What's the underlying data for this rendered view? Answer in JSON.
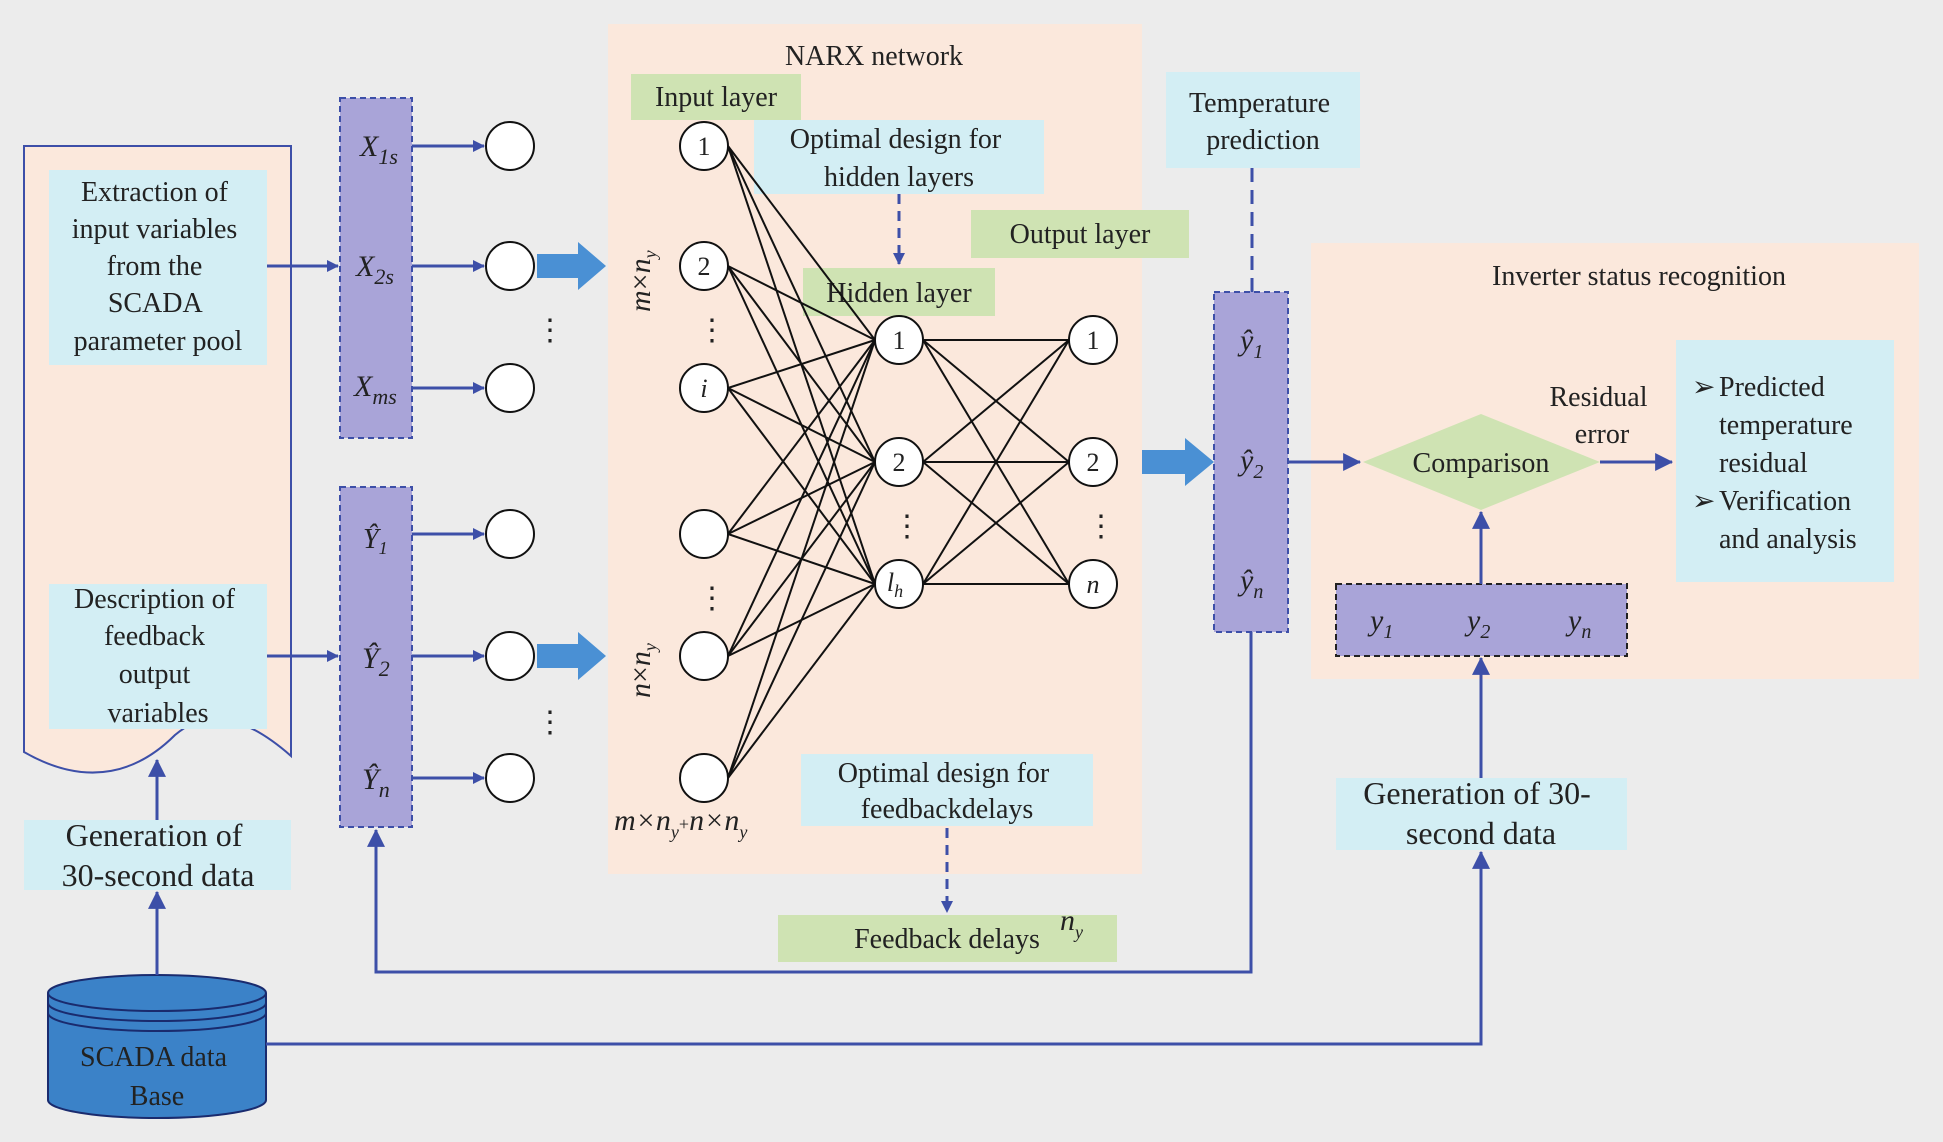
{
  "colors": {
    "background": "#ececec",
    "panel_peach": "#fbe8dc",
    "label_cyan": "#d3eef4",
    "label_green": "#cfe3b3",
    "variable_purple": "#a9a4d8",
    "arrow_blue": "#3d4fa8",
    "big_arrow_blue": "#4a90d4",
    "database_blue": "#3b82c8",
    "line_black": "#111111"
  },
  "source": {
    "extraction_lines": [
      "Extraction of",
      "input variables",
      "from the",
      "SCADA",
      "parameter pool"
    ],
    "feedback_desc_lines": [
      "Description of",
      "feedback",
      "output",
      "variables"
    ],
    "generation_left_lines": [
      "Generation of",
      "30-second data"
    ],
    "database_lines": [
      "SCADA data",
      "Base"
    ]
  },
  "inputs": {
    "x_vars": [
      {
        "base": "X",
        "sub": "1s"
      },
      {
        "base": "X",
        "sub": "2s"
      },
      {
        "base": "X",
        "sub": "ms"
      }
    ],
    "y_vars": [
      {
        "base": "Ŷ",
        "sub": "1"
      },
      {
        "base": "Ŷ",
        "sub": "2"
      },
      {
        "base": "Ŷ",
        "sub": "n"
      }
    ],
    "ellipsis": "⋮"
  },
  "narx": {
    "title": "NARX network",
    "input_layer_label": "Input layer",
    "hidden_design_lines": [
      "Optimal design for",
      "hidden layers"
    ],
    "output_layer_label": "Output layer",
    "hidden_layer_label": "Hidden layer",
    "input_node_labels": [
      "1",
      "2",
      "i",
      "",
      "",
      ""
    ],
    "hidden_node_labels": [
      "1",
      "2",
      "l",
      "h"
    ],
    "output_node_labels": [
      "1",
      "2",
      "n"
    ],
    "dim_top": {
      "a": "m",
      "op": "×",
      "b": "n",
      "sub": "y"
    },
    "dim_bottom": {
      "a": "n",
      "op": "×",
      "b": "n",
      "sub": "y"
    },
    "dim_total": "m×n",
    "dim_total_sub": "y",
    "dim_total_plus": "+",
    "dim_total_tail": "n×n",
    "dim_total_tail_sub": "y",
    "feedback_design_lines": [
      "Optimal design for",
      "feedbackdelays"
    ],
    "feedback_delays_label": "Feedback delays",
    "feedback_delays_symbol": "n",
    "feedback_delays_sub": "y"
  },
  "prediction": {
    "title_lines": [
      "Temperature",
      "prediction"
    ],
    "outputs": [
      {
        "base": "ŷ",
        "sub": "1"
      },
      {
        "base": "ŷ",
        "sub": "2"
      },
      {
        "base": "ŷ",
        "sub": "n"
      }
    ]
  },
  "recognition": {
    "title": "Inverter status recognition",
    "residual_lines": [
      "Residual",
      "error"
    ],
    "comparison_label": "Comparison",
    "result_items": [
      [
        "Predicted",
        "temperature",
        "residual"
      ],
      [
        "Verification",
        "and analysis"
      ]
    ],
    "bullet": "➢",
    "actual_values": [
      {
        "base": "y",
        "sub": "1"
      },
      {
        "base": "y",
        "sub": "2"
      },
      {
        "base": "y",
        "sub": "n"
      }
    ],
    "generation_right_lines": [
      "Generation of 30-",
      "second data"
    ]
  }
}
